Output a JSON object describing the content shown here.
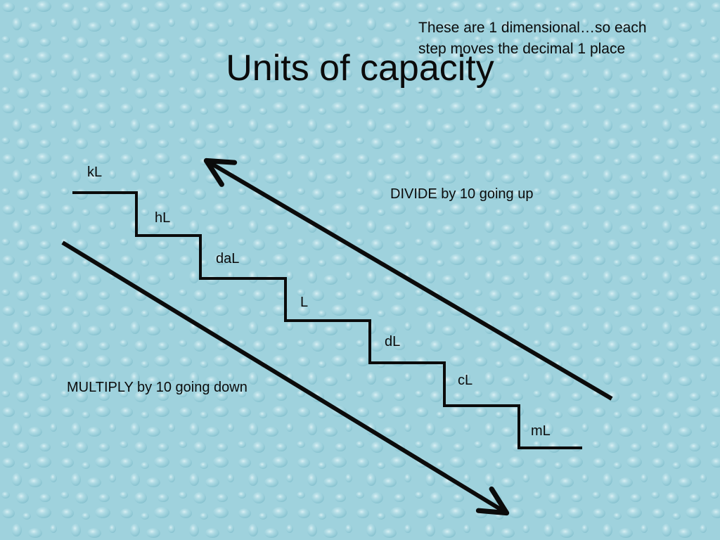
{
  "slide": {
    "title": "Units of capacity",
    "note": {
      "line1": "These are 1 dimensional…so each",
      "line2": "step moves the decimal 1 place"
    },
    "background_color": "#9fd2dd",
    "line_color": "#0b0b0b"
  },
  "staircase": {
    "units": [
      "kL",
      "hL",
      "daL",
      "L",
      "dL",
      "cL",
      "mL"
    ],
    "up_arrow": {
      "label": "DIVIDE by 10 going up",
      "direction": "up-left"
    },
    "down_arrow": {
      "label": "MULTIPLY by 10 going down",
      "direction": "down-right"
    }
  }
}
